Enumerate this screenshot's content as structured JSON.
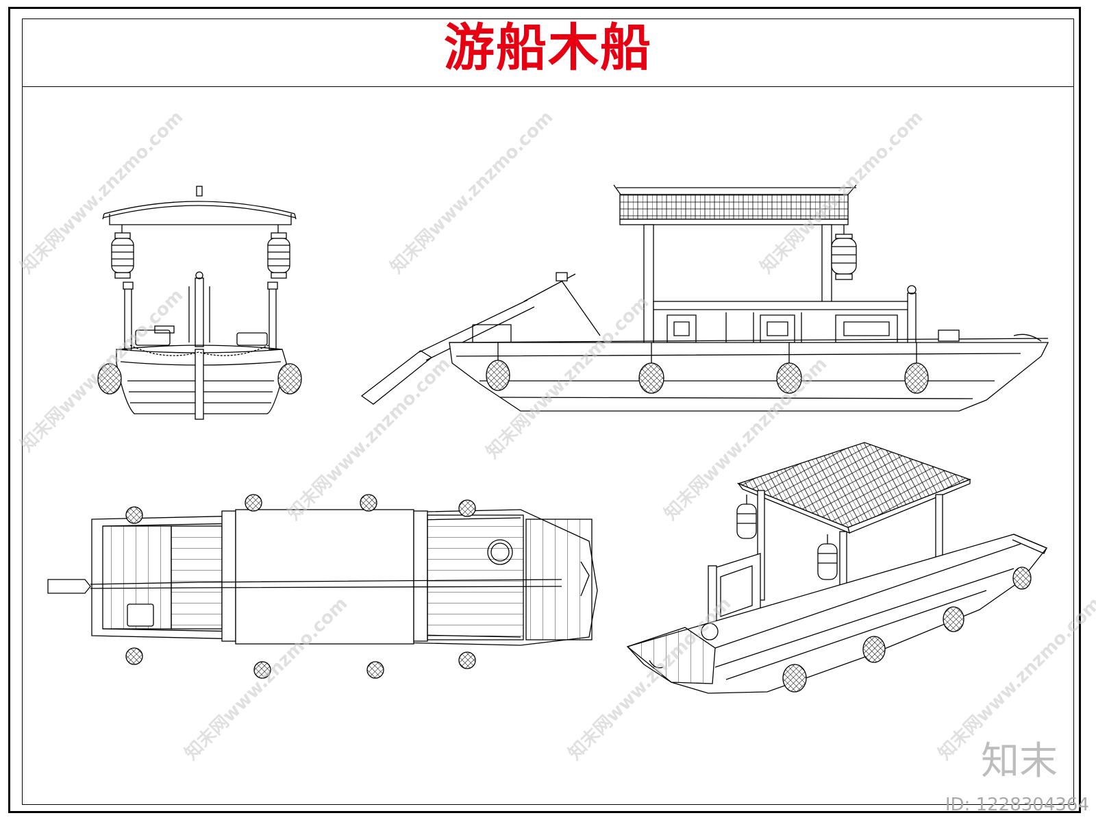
{
  "title": "游船木船",
  "watermark": {
    "text": "知末网www.znzmo.com",
    "brand": "知末",
    "id_label": "ID: 1228304364"
  },
  "colors": {
    "title": "#e60012",
    "line": "#000000",
    "watermark": "#c8c8c8"
  }
}
